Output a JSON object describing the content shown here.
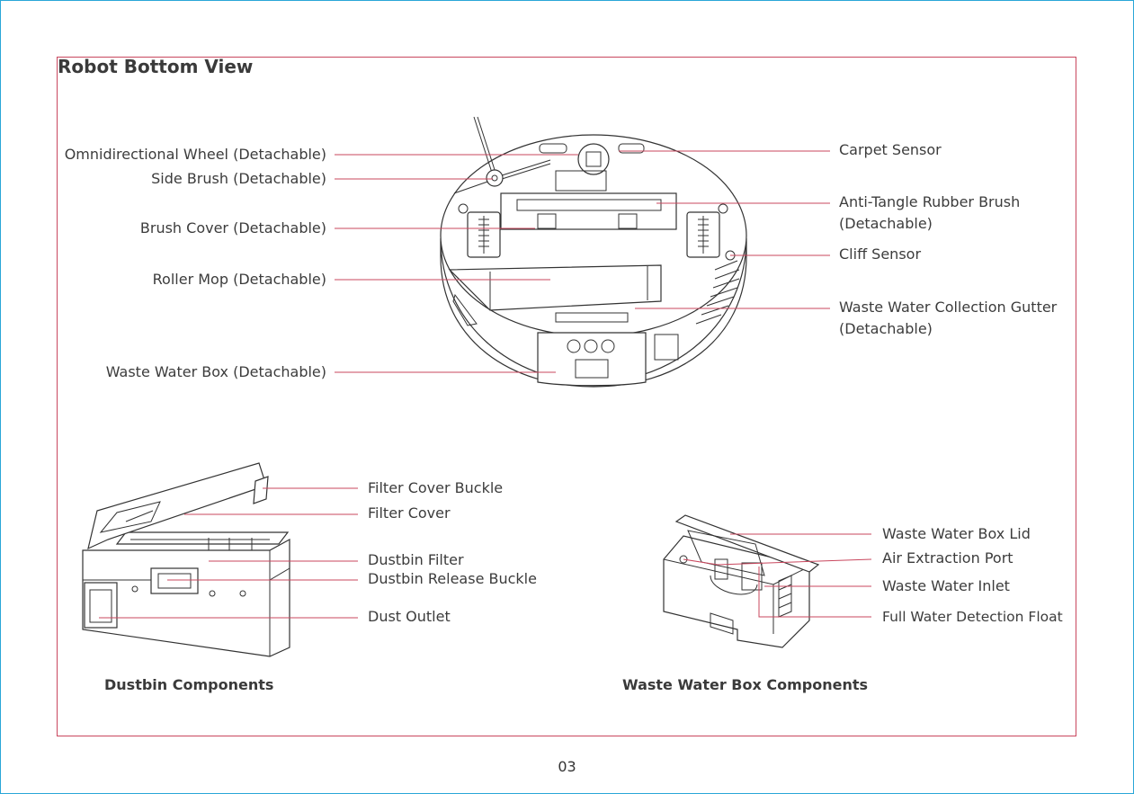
{
  "page": {
    "title": "Robot Bottom View",
    "page_number": "03",
    "accent_color": "#c9475e",
    "border_color": "#2aa7d8"
  },
  "robot_labels_left": [
    "Omnidirectional Wheel (Detachable)",
    "Side Brush (Detachable)",
    "Brush Cover (Detachable)",
    "Roller Mop (Detachable)",
    "Waste Water Box (Detachable)"
  ],
  "robot_labels_right": [
    "Carpet Sensor",
    "Anti-Tangle Rubber Brush",
    "(Detachable)",
    "Cliff Sensor",
    "Waste Water Collection Gutter",
    "(Detachable)"
  ],
  "dustbin": {
    "caption": "Dustbin Components",
    "labels": [
      "Filter Cover Buckle",
      "Filter Cover",
      "Dustbin Filter",
      "Dustbin Release Buckle",
      "Dust Outlet"
    ]
  },
  "waste_box": {
    "caption": "Waste Water Box Components",
    "labels": [
      "Waste Water Box Lid",
      "Air Extraction Port",
      "Waste Water Inlet",
      "Full Water Detection Float"
    ]
  }
}
